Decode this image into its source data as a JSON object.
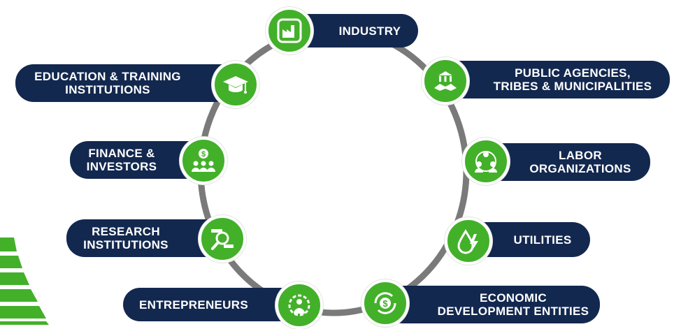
{
  "colors": {
    "pill": "#13284f",
    "node": "#43b02a",
    "ring": "#7a7a7a",
    "stripe": "#43b02a"
  },
  "nodes": [
    {
      "id": "industry",
      "lines": [
        "INDUSTRY"
      ],
      "icon": "factory-icon"
    },
    {
      "id": "public-agencies",
      "lines": [
        "PUBLIC AGENCIES,",
        "TRIBES & MUNICIPALITIES"
      ],
      "icon": "handshake-building-icon"
    },
    {
      "id": "labor",
      "lines": [
        "LABOR",
        "ORGANIZATIONS"
      ],
      "icon": "people-network-icon"
    },
    {
      "id": "utilities",
      "lines": [
        "UTILITIES"
      ],
      "icon": "water-power-icon"
    },
    {
      "id": "economic-development",
      "lines": [
        "ECONOMIC",
        "DEVELOPMENT ENTITIES"
      ],
      "icon": "dollar-cycle-icon"
    },
    {
      "id": "entrepreneurs",
      "lines": [
        "ENTREPRENEURS"
      ],
      "icon": "gear-person-icon"
    },
    {
      "id": "research",
      "lines": [
        "RESEARCH",
        "INSTITUTIONS"
      ],
      "icon": "magnifier-chart-icon"
    },
    {
      "id": "finance",
      "lines": [
        "FINANCE &",
        "INVESTORS"
      ],
      "icon": "investors-icon"
    },
    {
      "id": "education",
      "lines": [
        "EDUCATION & TRAINING",
        "INSTITUTIONS"
      ],
      "icon": "graduation-cap-icon"
    }
  ]
}
